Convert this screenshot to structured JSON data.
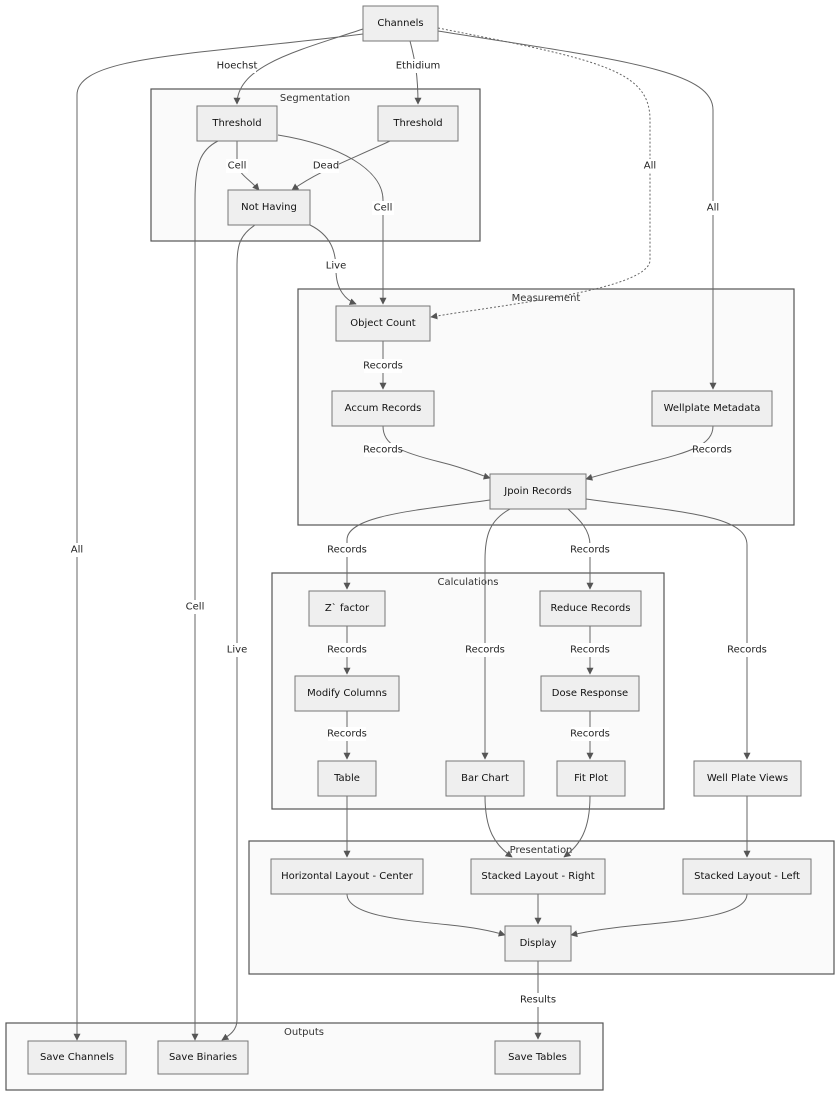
{
  "clusters": {
    "segmentation": "Segmentation",
    "measurement": "Measurement",
    "calculations": "Calculations",
    "presentation": "Presentation",
    "outputs": "Outputs"
  },
  "nodes": {
    "channels": "Channels",
    "threshold_hoechst": "Threshold",
    "threshold_ethidium": "Threshold",
    "not_having": "Not Having",
    "object_count": "Object Count",
    "accum_records": "Accum Records",
    "wellplate_metadata": "Wellplate Metadata",
    "join_records": "Jpoin Records",
    "z_factor": "Z` factor",
    "reduce_records": "Reduce Records",
    "modify_columns": "Modify Columns",
    "dose_response": "Dose Response",
    "table": "Table",
    "bar_chart": "Bar Chart",
    "fit_plot": "Fit Plot",
    "well_plate_views": "Well Plate Views",
    "horizontal_layout": "Horizontal Layout - Center",
    "stacked_layout_right": "Stacked Layout - Right",
    "stacked_layout_left": "Stacked Layout - Left",
    "display": "Display",
    "save_channels": "Save Channels",
    "save_binaries": "Save Binaries",
    "save_tables": "Save Tables"
  },
  "edges": {
    "hoechst": "Hoechst",
    "ethidium": "Ethidium",
    "all_measurement": "All",
    "all_metadata": "All",
    "all_save_channels": "All",
    "cell_not_having": "Cell",
    "dead": "Dead",
    "cell_object_count": "Cell",
    "cell_save_binaries": "Cell",
    "live_object_count": "Live",
    "live_save_binaries": "Live",
    "records_accum": "Records",
    "records_accum_join": "Records",
    "records_metadata_join": "Records",
    "records_z_factor": "Records",
    "records_reduce": "Records",
    "records_bar_chart": "Records",
    "records_well_plate": "Records",
    "records_modify": "Records",
    "records_dose": "Records",
    "records_table": "Records",
    "records_fit_plot": "Records",
    "results": "Results"
  }
}
